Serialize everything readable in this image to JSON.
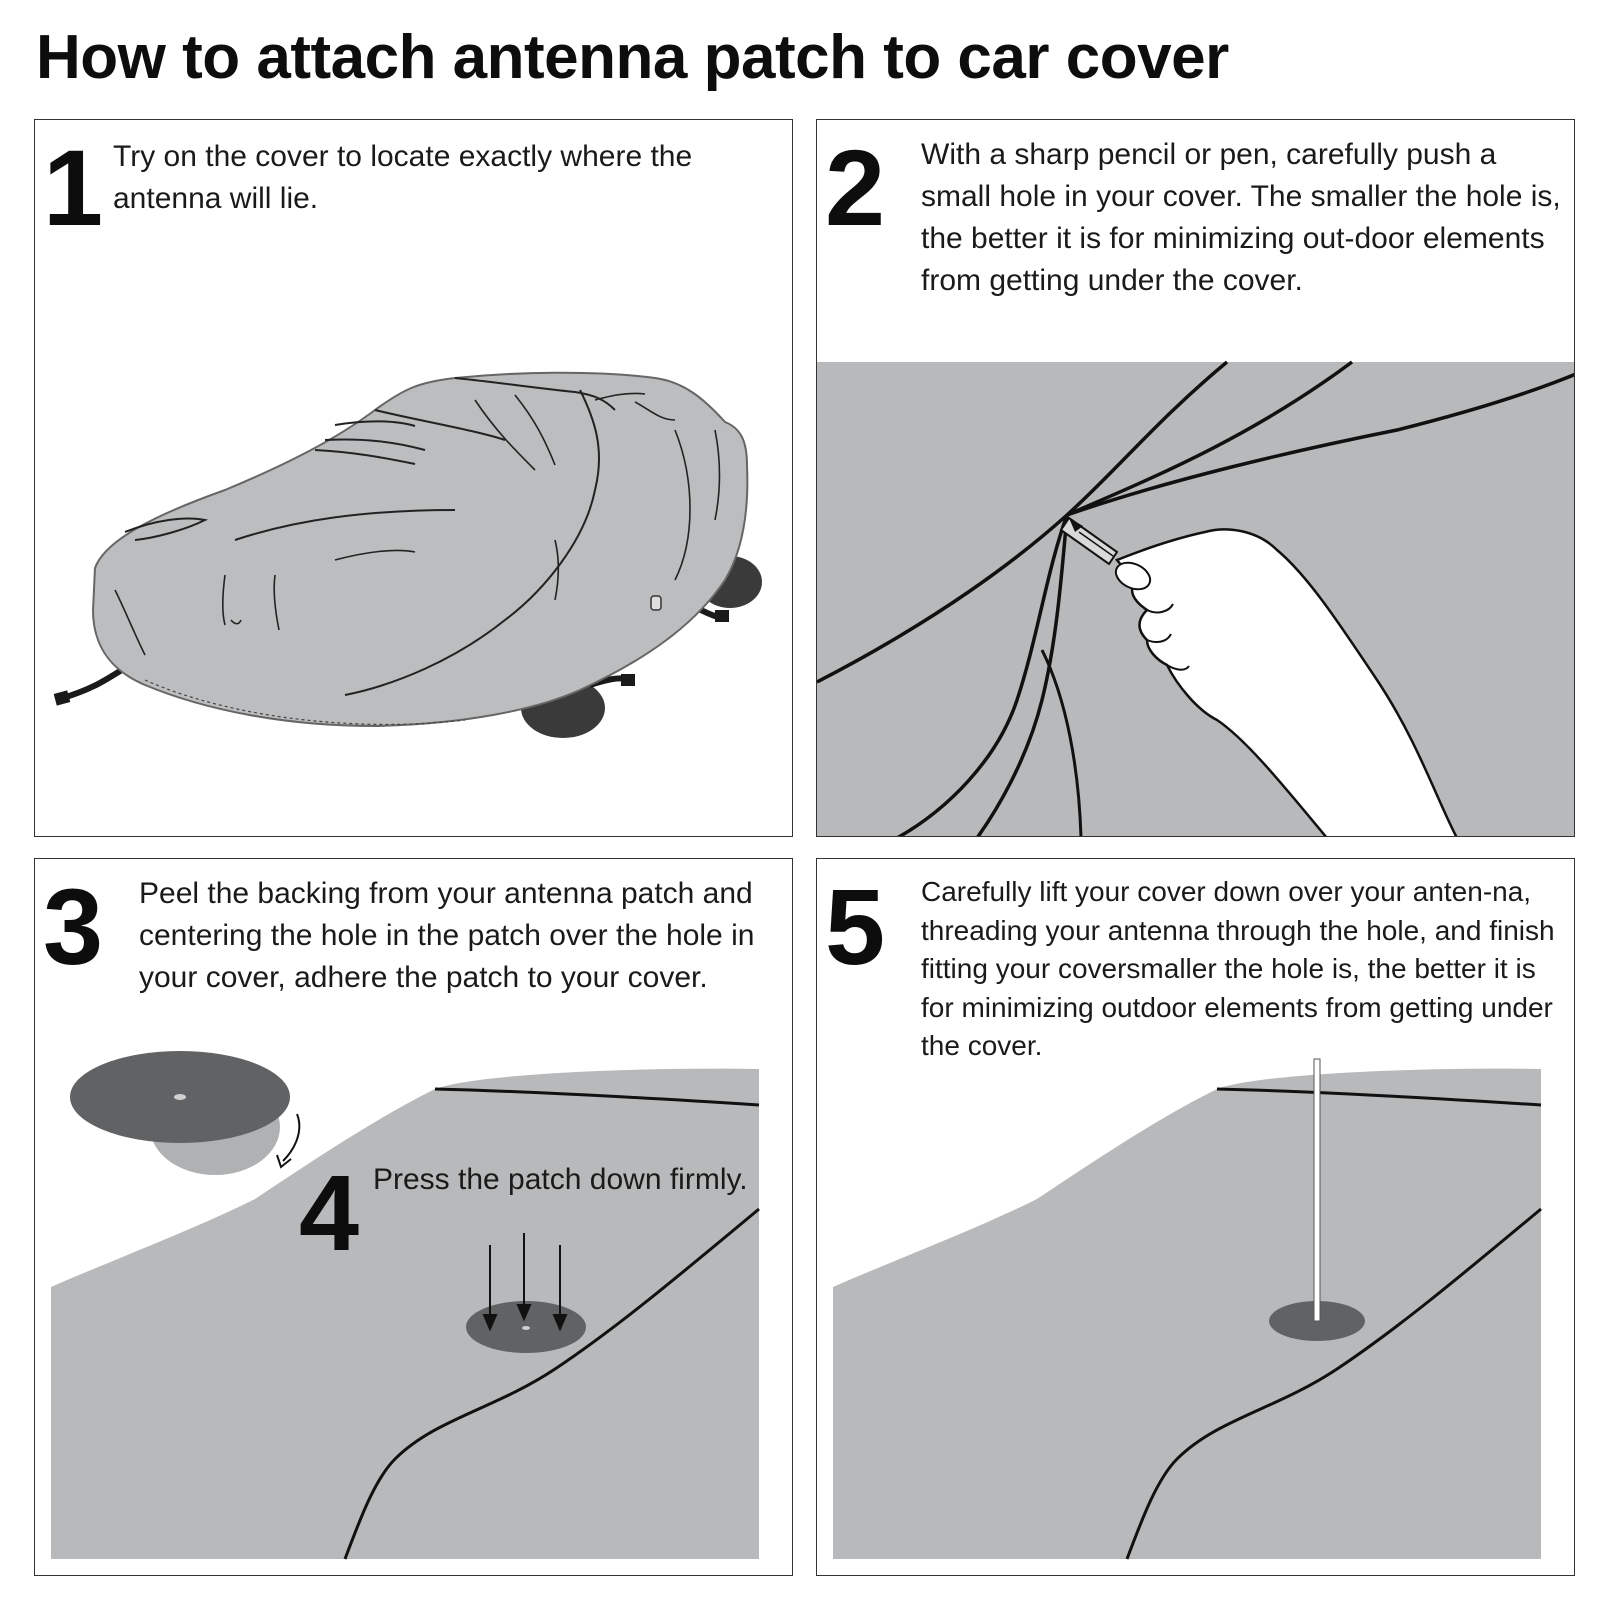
{
  "title": "How to attach antenna patch to car cover",
  "colors": {
    "cover_gray": "#b8b9ba",
    "patch_dark": "#606263",
    "patch_backing": "#b0b1b2",
    "ink": "#111111"
  },
  "steps": [
    {
      "number": "1",
      "text": "Try on the cover to locate exactly where the antenna will lie."
    },
    {
      "number": "2",
      "text": "With a sharp pencil or pen, carefully push a small hole in your cover. The smaller the hole is, the better it is for minimizing out-door elements from getting under the cover."
    },
    {
      "number": "3",
      "text": "Peel the backing from your antenna patch and centering the hole in the patch over the hole in your cover, adhere the patch to your cover."
    },
    {
      "number": "4",
      "text": "Press the patch down firmly."
    },
    {
      "number": "5",
      "text": "Carefully lift your cover down over your anten-na, threading your antenna through the hole, and finish fitting your coversmaller the hole is, the better it is for minimizing outdoor elements from getting under the cover."
    }
  ]
}
